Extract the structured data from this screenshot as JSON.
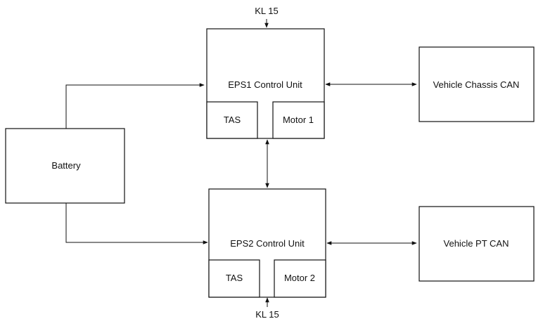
{
  "colors": {
    "line": "#111111",
    "background": "#ffffff"
  },
  "diagram": {
    "battery": {
      "label": "Battery"
    },
    "eps1": {
      "label": "EPS1 Control Unit",
      "tas_label": "TAS",
      "motor_label": "Motor 1",
      "kl15_label": "KL 15"
    },
    "eps2": {
      "label": "EPS2 Control Unit",
      "tas_label": "TAS",
      "motor_label": "Motor 2",
      "kl15_label": "KL 15"
    },
    "chassis_can": {
      "label": "Vehicle Chassis CAN"
    },
    "pt_can": {
      "label": "Vehicle PT CAN"
    }
  }
}
